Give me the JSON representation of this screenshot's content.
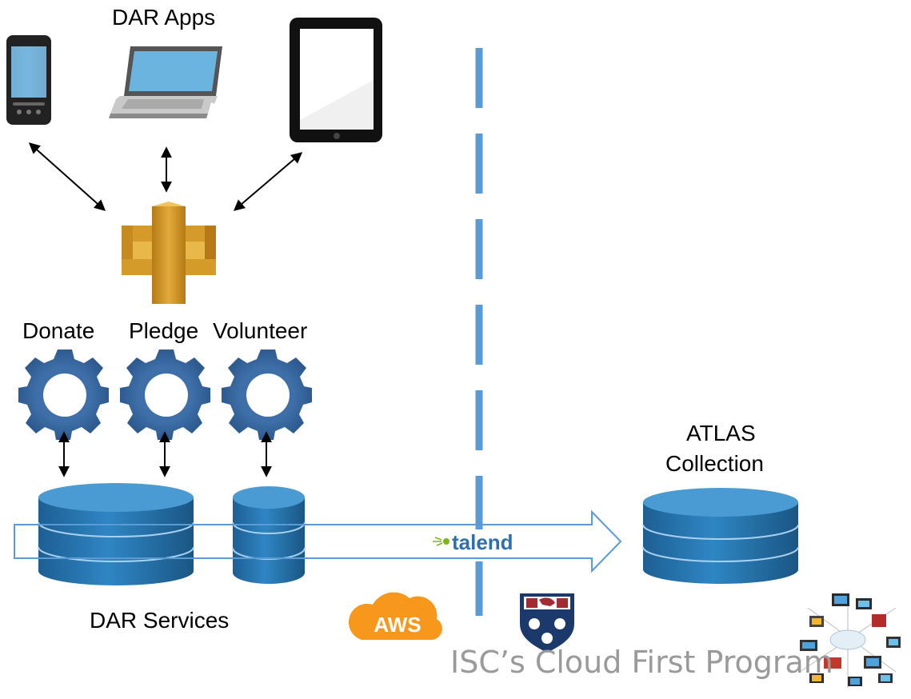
{
  "apps": {
    "title": "DAR Apps"
  },
  "services": {
    "names": [
      "Donate",
      "Pledge",
      "Volunteer"
    ],
    "caption": "DAR Services"
  },
  "target": {
    "line1": "ATLAS",
    "line2": "Collection"
  },
  "etl": {
    "logo_text": "talend"
  },
  "logos": {
    "aws_text": "AWS"
  },
  "footer": {
    "title": "ISC’s Cloud First Program"
  },
  "colors": {
    "gear_blue": "#3e6fa8",
    "db_blue": "#2a7bb8",
    "divider_blue": "#5b9bd5",
    "gateway_gold": "#d49a2a",
    "aws_orange": "#f7981d",
    "penn_navy": "#1b3a6b",
    "penn_red": "#a12c32",
    "talend_blue": "#2e6fb0",
    "talend_green": "#7ab51d"
  }
}
